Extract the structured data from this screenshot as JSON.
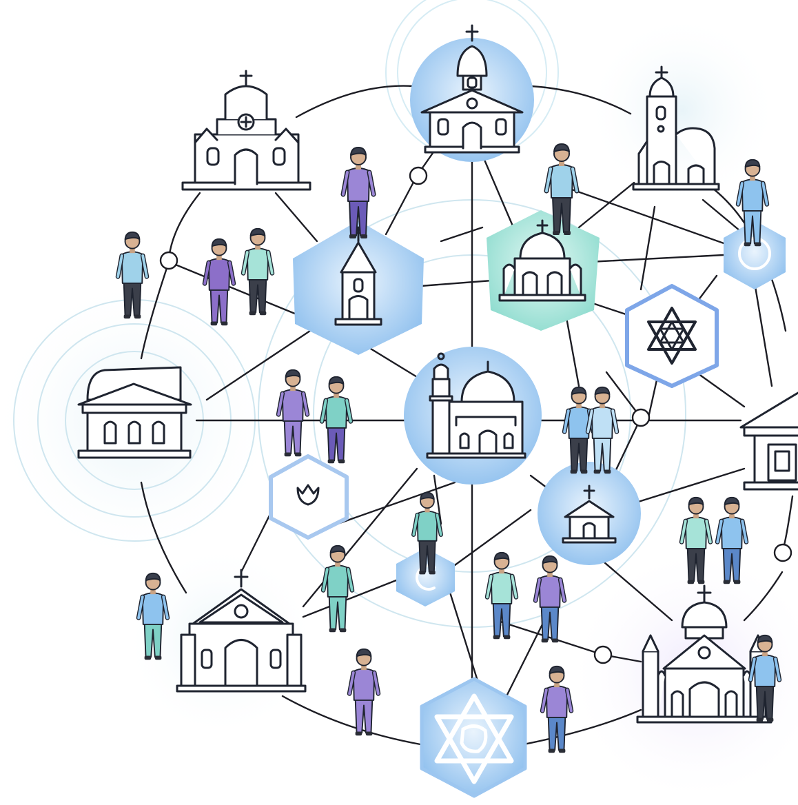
{
  "colors": {
    "line": "#1d1d24",
    "outline": "#1f2430",
    "blue_light": "#bcd9f5",
    "blue_mid": "#7fb4ea",
    "teal": "#a6e3d8",
    "purple": "#9b86d6",
    "halo": "#dbeef6",
    "halo_purple": "#ece6fb"
  },
  "nodes": [
    {
      "name": "church-top-left",
      "icon": "church-icon",
      "style": "plain"
    },
    {
      "name": "church-top-center",
      "icon": "church-icon",
      "style": "blue-circle"
    },
    {
      "name": "church-top-right",
      "icon": "church-icon",
      "style": "plain"
    },
    {
      "name": "chapel-hexagon",
      "icon": "chapel-icon",
      "style": "blue-hexagon"
    },
    {
      "name": "mosque-hexagon",
      "icon": "mosque-icon",
      "style": "teal-hexagon"
    },
    {
      "name": "ring-hexagon-top-right",
      "icon": "ring-icon",
      "style": "blue-hexagon"
    },
    {
      "name": "star-of-david-badge-right",
      "icon": "star-of-david-icon",
      "style": "white-hexagon"
    },
    {
      "name": "civic-building-left",
      "icon": "civic-building-icon",
      "style": "halo"
    },
    {
      "name": "mosque-center",
      "icon": "mosque-icon",
      "style": "blue-circle"
    },
    {
      "name": "temple-right-edge",
      "icon": "temple-icon",
      "style": "plain"
    },
    {
      "name": "lotus-hexagon",
      "icon": "lotus-icon",
      "style": "white-hexagon"
    },
    {
      "name": "crescent-hexagon",
      "icon": "crescent-icon",
      "style": "blue-hexagon"
    },
    {
      "name": "chapel-circle-right",
      "icon": "chapel-icon",
      "style": "blue-circle"
    },
    {
      "name": "church-bottom-left",
      "icon": "church-icon",
      "style": "plain"
    },
    {
      "name": "star-of-david-hexagon-bottom",
      "icon": "star-of-david-icon",
      "style": "blue-hexagon"
    },
    {
      "name": "cathedral-bottom-right",
      "icon": "cathedral-icon",
      "style": "purple-halo"
    }
  ],
  "people": [
    {
      "name": "person-top-center",
      "shirt": "#9b86d6",
      "pants": "#6b5bb8"
    },
    {
      "name": "person-top-right-waving",
      "shirt": "#9fd2ea",
      "pants": "#3b3f4a"
    },
    {
      "name": "person-far-right-tablet",
      "shirt": "#8ec3ee",
      "pants": "#8ec3ee"
    },
    {
      "name": "person-left-standing",
      "shirt": "#9fd2ea",
      "pants": "#3b3f4a"
    },
    {
      "name": "person-hijab-purple",
      "shirt": "#8c6fc9",
      "pants": "#8c6fc9"
    },
    {
      "name": "person-handshake-teal",
      "shirt": "#a6e3d8",
      "pants": "#3b3f4a"
    },
    {
      "name": "person-center-left-purple",
      "shirt": "#9b86d6",
      "pants": "#9b86d6"
    },
    {
      "name": "person-center-left-hijab-teal",
      "shirt": "#7fd1c6",
      "pants": "#6b5bb8"
    },
    {
      "name": "person-right-couple-man",
      "shirt": "#8ec3ee",
      "pants": "#3b3f4a"
    },
    {
      "name": "person-right-couple-woman",
      "shirt": "#bfe0f5",
      "pants": "#bfe0f5"
    },
    {
      "name": "person-right-mid-a",
      "shirt": "#a6e3d8",
      "pants": "#3b3f4a"
    },
    {
      "name": "person-right-mid-b",
      "shirt": "#8ec3ee",
      "pants": "#5b88c9"
    },
    {
      "name": "person-center-waving",
      "shirt": "#7fd1c6",
      "pants": "#3b3f4a"
    },
    {
      "name": "person-center-robe",
      "shirt": "#7fd1c6",
      "pants": "#7fd1c6"
    },
    {
      "name": "person-handshake-a",
      "shirt": "#a6e3d8",
      "pants": "#5b88c9"
    },
    {
      "name": "person-handshake-b",
      "shirt": "#9b86d6",
      "pants": "#5b88c9"
    },
    {
      "name": "person-bottom-left",
      "shirt": "#8ec3ee",
      "pants": "#7fd1c6"
    },
    {
      "name": "person-bottom-hijab",
      "shirt": "#9b86d6",
      "pants": "#9b86d6"
    },
    {
      "name": "person-bottom-center",
      "shirt": "#9b86d6",
      "pants": "#5b88c9"
    },
    {
      "name": "person-bottom-right",
      "shirt": "#8ec3ee",
      "pants": "#3b3f4a"
    }
  ]
}
